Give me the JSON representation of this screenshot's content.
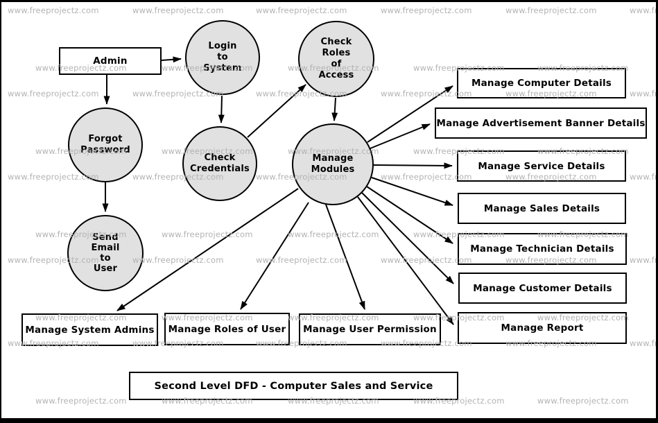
{
  "title": {
    "text": "Second Level DFD - Computer Sales and Service"
  },
  "watermark": {
    "text": "www.freeprojectz.com",
    "color": "#b3b3b3"
  },
  "colors": {
    "process_fill": "#e1e1e1",
    "line": "#000000",
    "box_fill": "#ffffff",
    "background": "#ffffff"
  },
  "nodes": {
    "admin": {
      "kind": "external-entity",
      "label": "Admin"
    },
    "login": {
      "kind": "process",
      "lines": [
        "Login",
        "to",
        "System"
      ]
    },
    "check_roles": {
      "kind": "process",
      "lines": [
        "Check",
        "Roles",
        "of",
        "Access"
      ]
    },
    "forgot": {
      "kind": "process",
      "lines": [
        "Forgot",
        "Password"
      ]
    },
    "check_cred": {
      "kind": "process",
      "lines": [
        "Check",
        "Credentials"
      ]
    },
    "manage_modules": {
      "kind": "process",
      "lines": [
        "Manage",
        "Modules"
      ]
    },
    "send_email": {
      "kind": "process",
      "lines": [
        "Send",
        "Email",
        "to",
        "User"
      ]
    },
    "computer": {
      "kind": "data-store",
      "label": "Manage Computer Details"
    },
    "adv": {
      "kind": "data-store",
      "label": "Manage Advertisement Banner Details"
    },
    "service": {
      "kind": "data-store",
      "label": "Manage Service Details"
    },
    "sales": {
      "kind": "data-store",
      "label": "Manage Sales Details"
    },
    "tech": {
      "kind": "data-store",
      "label": "Manage Technician Details"
    },
    "customer": {
      "kind": "data-store",
      "label": "Manage Customer Details"
    },
    "report": {
      "kind": "data-store",
      "label": "Manage Report"
    },
    "sys_admins": {
      "kind": "data-store",
      "label": "Manage System Admins"
    },
    "roles_user": {
      "kind": "data-store",
      "label": "Manage Roles of User"
    },
    "user_perm": {
      "kind": "data-store",
      "label": "Manage User Permission"
    }
  },
  "edges": [
    {
      "from": "admin",
      "to": "login"
    },
    {
      "from": "admin",
      "to": "forgot"
    },
    {
      "from": "login",
      "to": "check_cred"
    },
    {
      "from": "forgot",
      "to": "send_email"
    },
    {
      "from": "check_cred",
      "to": "check_roles"
    },
    {
      "from": "check_roles",
      "to": "manage_modules"
    },
    {
      "from": "manage_modules",
      "to": "computer"
    },
    {
      "from": "manage_modules",
      "to": "adv"
    },
    {
      "from": "manage_modules",
      "to": "service"
    },
    {
      "from": "manage_modules",
      "to": "sales"
    },
    {
      "from": "manage_modules",
      "to": "tech"
    },
    {
      "from": "manage_modules",
      "to": "customer"
    },
    {
      "from": "manage_modules",
      "to": "report"
    },
    {
      "from": "manage_modules",
      "to": "sys_admins"
    },
    {
      "from": "manage_modules",
      "to": "roles_user"
    },
    {
      "from": "manage_modules",
      "to": "user_perm"
    }
  ]
}
